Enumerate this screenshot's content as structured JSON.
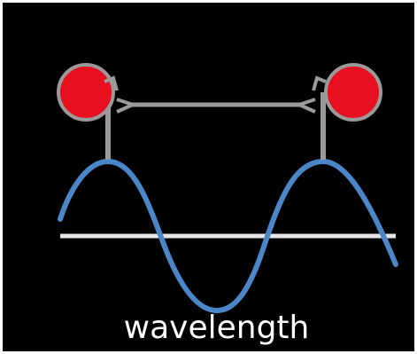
{
  "diagram": {
    "caption": "wavelength",
    "colors": {
      "background": "#000000",
      "wave": "#4a86c8",
      "axis": "#e6e6e6",
      "marker": "#e8101e",
      "marker_outline": "#9a9a9a",
      "caliper": "#9a9a9a",
      "caption": "#ffffff"
    },
    "icons": {
      "left_marker": "red-dot-marker",
      "right_marker": "red-dot-marker"
    }
  }
}
